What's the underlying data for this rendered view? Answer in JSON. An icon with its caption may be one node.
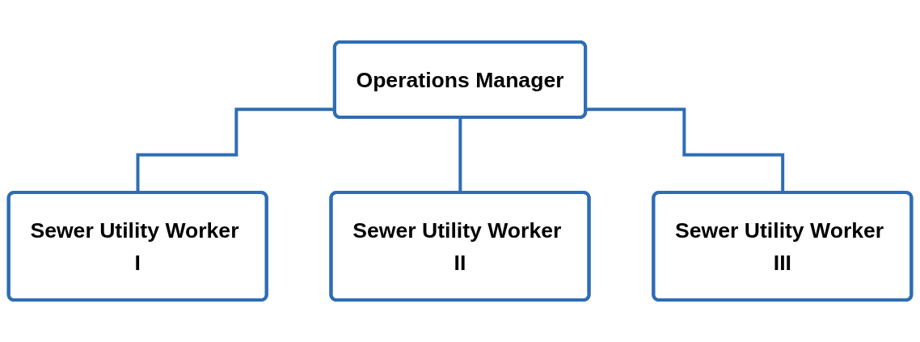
{
  "diagram": {
    "nodes": [
      {
        "text": [
          "Operations Manager"
        ]
      },
      {
        "text": [
          "Sewer Utility Worker I"
        ]
      },
      {
        "text": [
          "Sewer Utility Worker II"
        ]
      },
      {
        "text": [
          "Sewer Utility Worker III"
        ]
      }
    ],
    "edges": [
      {
        "from": 0,
        "to": 1,
        "arrow": "none"
      },
      {
        "from": 0,
        "to": 2,
        "arrow": "none"
      },
      {
        "from": 0,
        "to": 3,
        "arrow": "none"
      }
    ]
  }
}
